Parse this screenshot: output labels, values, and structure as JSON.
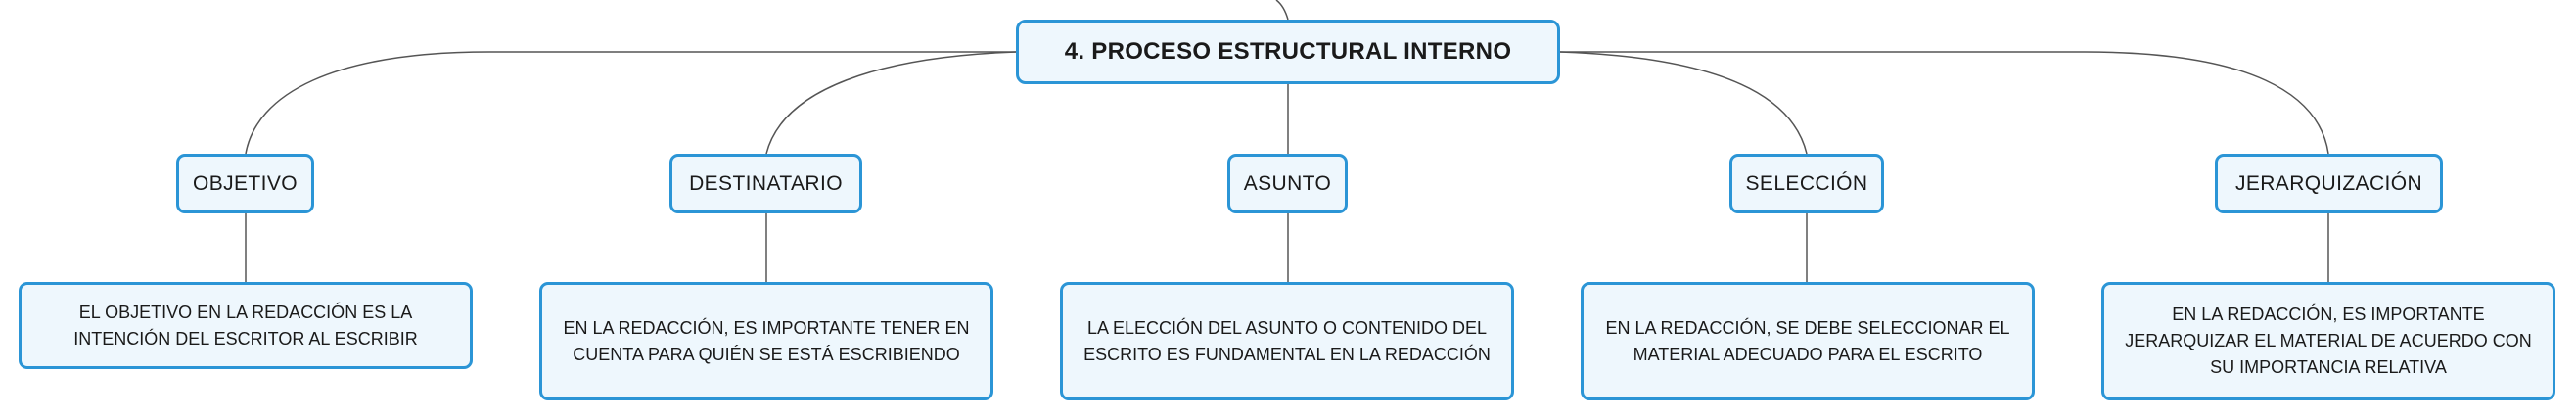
{
  "colors": {
    "node_border": "#2b95d6",
    "node_fill": "#eef7fd",
    "connector": "#555555",
    "text": "#1a1a1a"
  },
  "root": {
    "label": "4. PROCESO ESTRUCTURAL INTERNO"
  },
  "topics": [
    {
      "label": "OBJETIVO",
      "detail": "EL OBJETIVO EN LA REDACCIÓN ES LA INTENCIÓN DEL ESCRITOR AL ESCRIBIR"
    },
    {
      "label": "DESTINATARIO",
      "detail": "EN LA REDACCIÓN, ES IMPORTANTE TENER EN CUENTA PARA QUIÉN SE ESTÁ ESCRIBIENDO"
    },
    {
      "label": "ASUNTO",
      "detail": "LA ELECCIÓN DEL ASUNTO O CONTENIDO DEL ESCRITO ES FUNDAMENTAL EN LA REDACCIÓN"
    },
    {
      "label": "SELECCIÓN",
      "detail": "EN LA REDACCIÓN, SE DEBE SELECCIONAR EL MATERIAL ADECUADO PARA EL ESCRITO"
    },
    {
      "label": "JERARQUIZACIÓN",
      "detail": "EN LA REDACCIÓN, ES IMPORTANTE JERARQUIZAR EL MATERIAL DE ACUERDO CON SU IMPORTANCIA RELATIVA"
    }
  ]
}
